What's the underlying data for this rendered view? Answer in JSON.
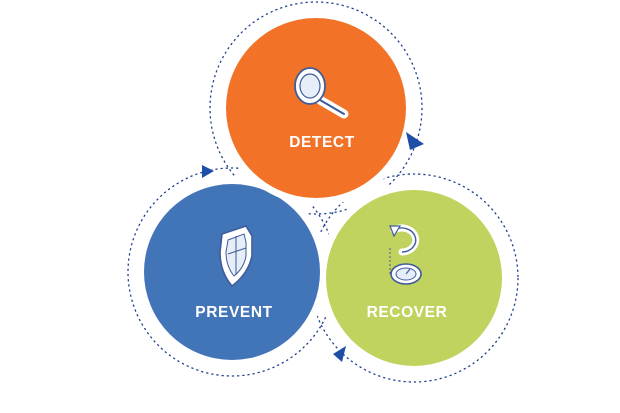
{
  "diagram": {
    "nodes": [
      {
        "id": "detect",
        "label": "DETECT",
        "color": "#f27227",
        "icon": "magnifier-icon"
      },
      {
        "id": "prevent",
        "label": "PREVENT",
        "color": "#4274b8",
        "icon": "shield-icon"
      },
      {
        "id": "recover",
        "label": "RECOVER",
        "color": "#bfd35e",
        "icon": "recovery-icon"
      }
    ],
    "cycle_line_color": "#1f3f8f",
    "arrow_color": "#1f4ea8"
  }
}
